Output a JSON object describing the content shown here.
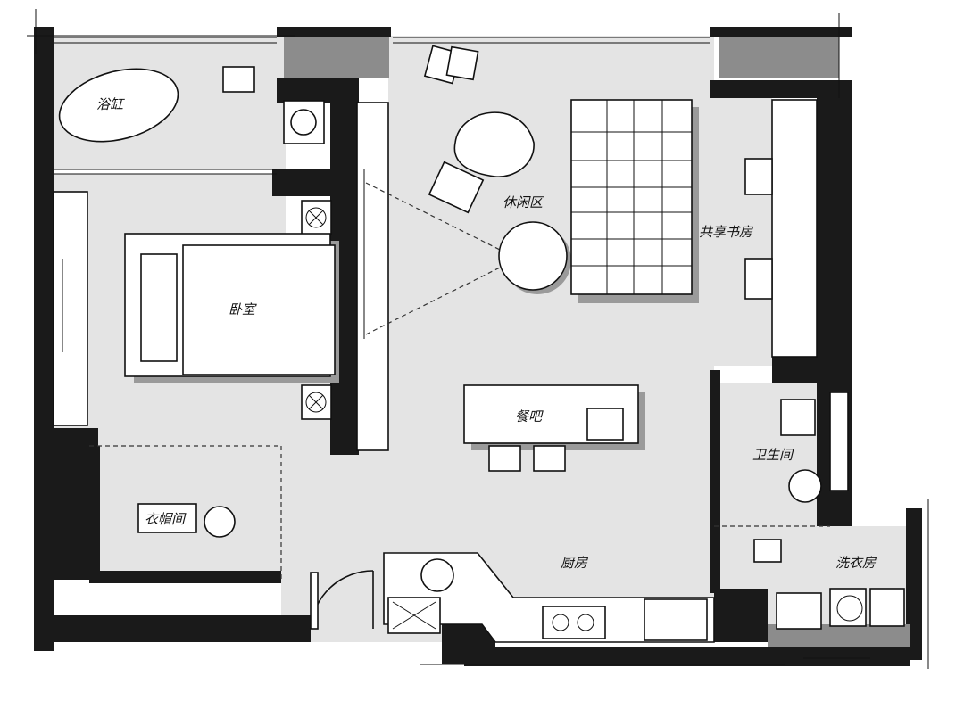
{
  "rooms": {
    "bathtub": "浴缸",
    "leisure": "休闲区",
    "study": "共享书房",
    "bedroom": "卧室",
    "bar": "餐吧",
    "bathroom": "卫生间",
    "wardrobe": "衣帽间",
    "kitchen": "厨房",
    "laundry": "洗衣房"
  }
}
